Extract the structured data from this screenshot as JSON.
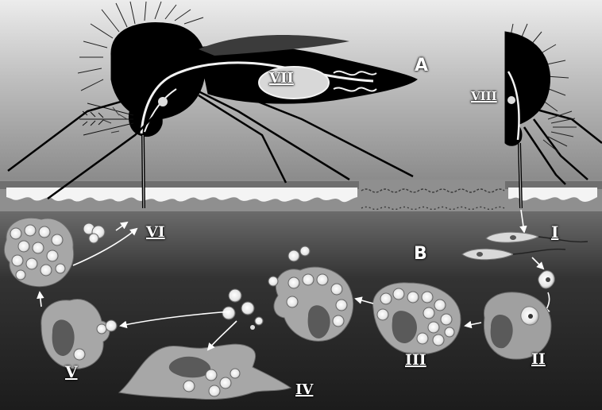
{
  "panels": {
    "a": "A",
    "b": "B"
  },
  "stages": {
    "i": "I",
    "ii": "II",
    "iii": "III",
    "iv": "IV",
    "v": "V",
    "vi": "VI",
    "vii": "VII",
    "viii": "VIII"
  }
}
